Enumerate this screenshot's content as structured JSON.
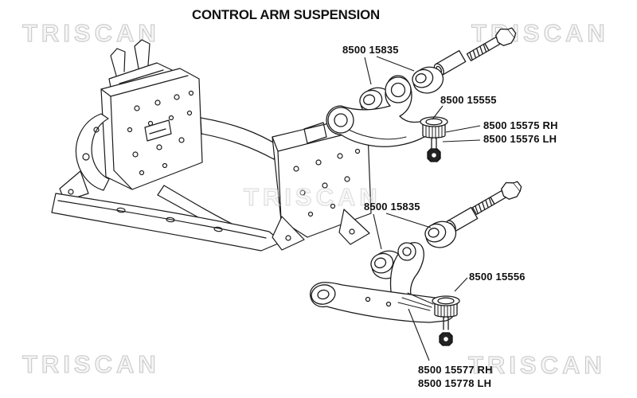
{
  "title": "CONTROL ARM SUSPENSION",
  "watermark": {
    "text": "TRISCAN"
  },
  "part_labels": {
    "upper_bushing": "8500 15835",
    "upper_ball_joint": "8500 15555",
    "upper_arm_rh": "8500 15575 RH",
    "upper_arm_lh": "8500 15576 LH",
    "lower_bushing": "8500 15835",
    "lower_ball_joint": "8500 15556",
    "lower_arm_rh": "8500 15577 RH",
    "lower_arm_lh": "8500 15778 LH"
  },
  "colors": {
    "background": "#ffffff",
    "line_art": "#1b1b1b",
    "label_text": "#0f0f0f",
    "watermark": "#c6c6c6"
  }
}
